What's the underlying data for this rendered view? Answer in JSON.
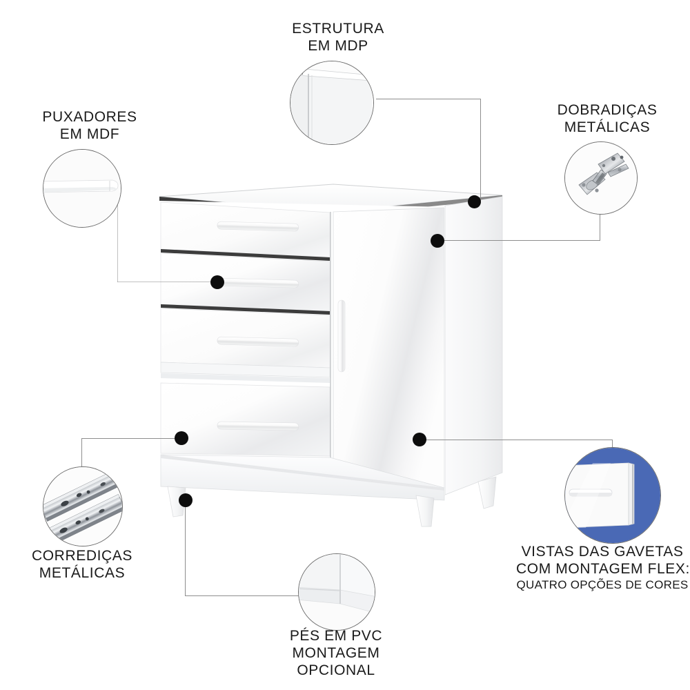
{
  "page": {
    "title": "Cômoda branca com gavetas e porta - detalhes construtivos",
    "background_color": "#ffffff",
    "line_color": "#8d8d8d",
    "dot_color": "#0d0d0d",
    "text_color": "#1a1a1a",
    "accent_blue": "#4a69b5"
  },
  "callouts": [
    {
      "id": "estrutura",
      "name": "estrutura-em-mdp",
      "lines": [
        "ESTRUTURA",
        "EM MDP"
      ],
      "detail": "panel-edge",
      "position": "top-center"
    },
    {
      "id": "puxadores",
      "name": "puxadores-em-mdf",
      "lines": [
        "PUXADORES",
        "EM MDF"
      ],
      "detail": "handle-bar",
      "position": "top-left"
    },
    {
      "id": "dobradicas",
      "name": "dobradicas-metalicas",
      "lines": [
        "DOBRADIÇAS",
        "METÁLICAS"
      ],
      "detail": "metal-hinge",
      "position": "top-right"
    },
    {
      "id": "corredicas",
      "name": "corredicas-metalicas",
      "lines": [
        "CORREDIÇAS",
        "METÁLICAS"
      ],
      "detail": "drawer-slides",
      "position": "bottom-left"
    },
    {
      "id": "pes",
      "name": "pes-em-pvc",
      "lines": [
        "PÉS EM PVC",
        "MONTAGEM",
        "OPCIONAL"
      ],
      "detail": "pvc-foot",
      "position": "bottom-center"
    },
    {
      "id": "vistas",
      "name": "vistas-das-gavetas",
      "lines": [
        "VISTAS DAS GAVETAS",
        "COM MONTAGEM FLEX:"
      ],
      "sub_line": "QUATRO OPÇÕES DE CORES",
      "detail": "drawer-front-blue",
      "position": "bottom-right"
    }
  ],
  "product": {
    "name": "comoda-branca",
    "drawer_count": 4,
    "door_count": 1,
    "foot_count": 3,
    "body_color": "#ffffff",
    "shadow_color": "#e8e9ea"
  }
}
